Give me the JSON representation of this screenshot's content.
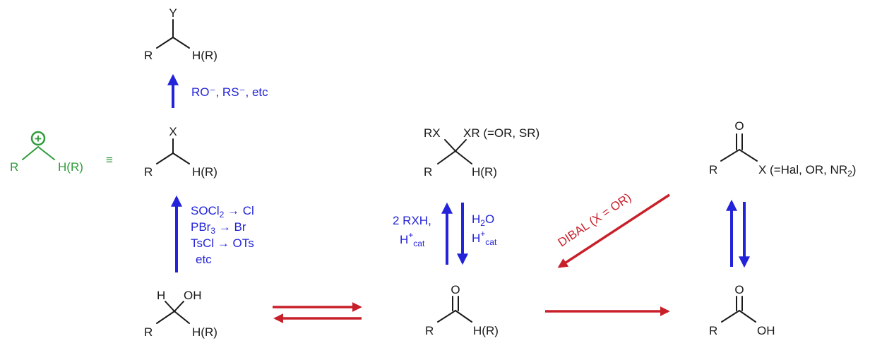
{
  "colors": {
    "carbocation": "#2e9b3a",
    "reagent": "#2323d9",
    "transform": "#c8202a",
    "structure": "#1a1a1a"
  },
  "carbocation": {
    "r": "R",
    "h": "H(R)",
    "charge": "+",
    "equiv": "≡"
  },
  "substituted": {
    "y": "Y",
    "r": "R",
    "h": "H(R)"
  },
  "arrow_top": {
    "reagent": "RO⁻, RS⁻, etc"
  },
  "activated": {
    "x": "X",
    "r": "R",
    "h": "H(R)"
  },
  "activation_reagents": {
    "line1_a": "SOCl",
    "line1_sub": "2",
    "line1_b": " → Cl",
    "line2_a": "PBr",
    "line2_sub": "3",
    "line2_b": "  → Br",
    "line3": "TsCl → OTs",
    "line4": "etc"
  },
  "alcohol": {
    "h": "H",
    "oh": "OH",
    "r": "R",
    "hr": "H(R)"
  },
  "acetal": {
    "rx": "RX",
    "xr": "XR (=OR, SR)",
    "r": "R",
    "h": "H(R)"
  },
  "acetal_equilibrium": {
    "left_line1": "2 RXH,",
    "left_line2_a": "H",
    "left_line2_sup": "+",
    "left_line2_sub": "cat",
    "right_line1_a": "H",
    "right_line1_sub": "2",
    "right_line1_b": "O",
    "right_line2_a": "H",
    "right_line2_sup": "+",
    "right_line2_sub": "cat"
  },
  "aldehyde": {
    "o": "O",
    "r": "R",
    "h": "H(R)"
  },
  "acyl": {
    "o": "O",
    "r": "R",
    "x_a": "X (=Hal, OR, NR",
    "x_sub": "2",
    "x_b": ")"
  },
  "dibal": {
    "label": "DIBAL (X = OR)"
  },
  "acid": {
    "o": "O",
    "r": "R",
    "oh": "OH"
  }
}
